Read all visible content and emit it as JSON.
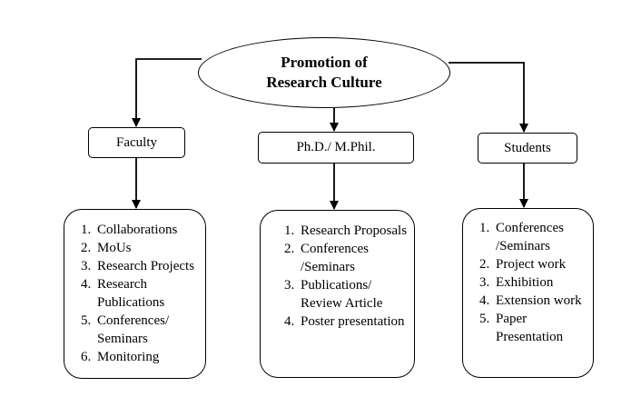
{
  "diagram": {
    "root": {
      "line1": "Promotion of",
      "line2": "Research Culture"
    },
    "branches": [
      {
        "label": "Faculty",
        "items": [
          {
            "num": "1.",
            "text": "Collaborations"
          },
          {
            "num": "2.",
            "text": "MoUs"
          },
          {
            "num": "3.",
            "text": "Research Projects"
          },
          {
            "num": "4.",
            "text": "Research Publications"
          },
          {
            "num": "5.",
            "text": "Conferences/ Seminars"
          },
          {
            "num": "6.",
            "text": "Monitoring"
          }
        ]
      },
      {
        "label": "Ph.D./ M.Phil.",
        "items": [
          {
            "num": "1.",
            "text": "Research Proposals"
          },
          {
            "num": "2.",
            "text": "Conferences /Seminars"
          },
          {
            "num": "3.",
            "text": "Publications/ Review Article"
          },
          {
            "num": "4.",
            "text": "Poster presentation"
          }
        ]
      },
      {
        "label": "Students",
        "items": [
          {
            "num": "1.",
            "text": "Conferences /Seminars"
          },
          {
            "num": "2.",
            "text": "Project work"
          },
          {
            "num": "3.",
            "text": "Exhibition"
          },
          {
            "num": "4.",
            "text": "Extension work"
          },
          {
            "num": "5.",
            "text": "Paper Presentation"
          }
        ]
      }
    ]
  }
}
